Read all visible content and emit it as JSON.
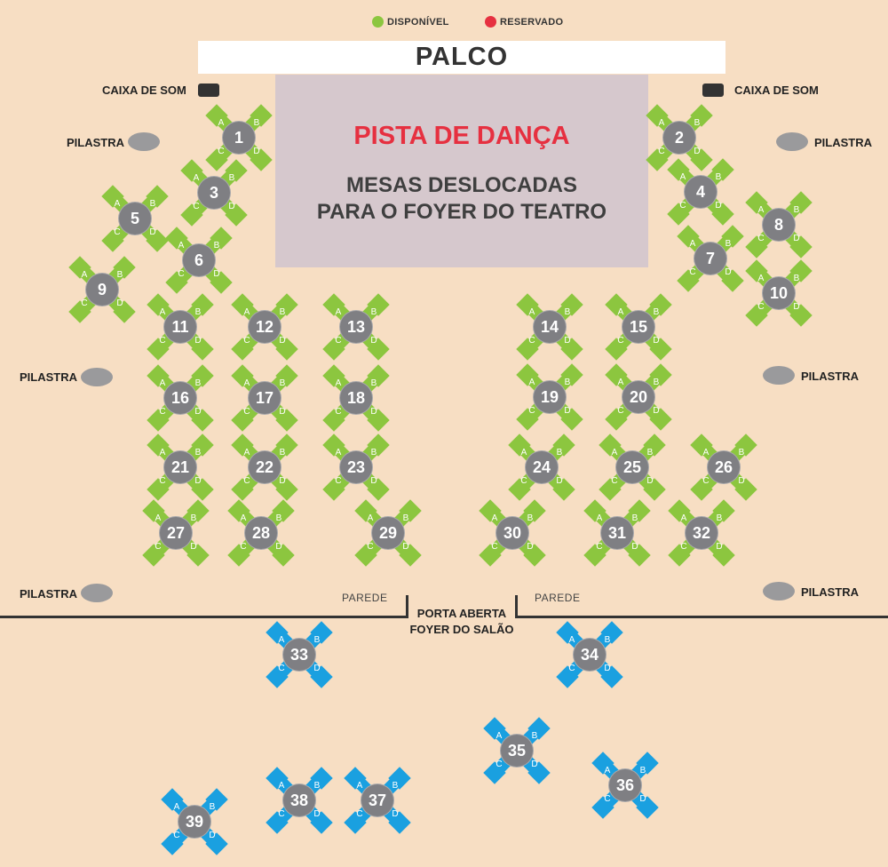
{
  "legend": [
    {
      "label": "DISPONÍVEL",
      "color": "#8cc63f"
    },
    {
      "label": "RESERVADO",
      "color": "#e63040"
    }
  ],
  "stage": {
    "label": "PALCO"
  },
  "dance_floor": {
    "title": "PISTA DE DANÇA",
    "note": "MESAS DESLOCADAS\nPARA O FOYER DO TEATRO"
  },
  "speakers": [
    {
      "label": "CAIXA DE SOM"
    },
    {
      "label": "CAIXA DE SOM"
    }
  ],
  "pillars": [
    {
      "label": "PILASTRA"
    },
    {
      "label": "PILASTRA"
    },
    {
      "label": "PILASTRA"
    },
    {
      "label": "PILASTRA"
    },
    {
      "label": "PILASTRA"
    },
    {
      "label": "PILASTRA"
    }
  ],
  "walls": [
    {
      "label": "PAREDE"
    },
    {
      "label": "PAREDE"
    }
  ],
  "door": {
    "label": "PORTA ABERTA\nFOYER DO SALÃO"
  },
  "seat_letters": [
    "A",
    "B",
    "C",
    "D"
  ],
  "colors": {
    "salon_table": "#8cc63f",
    "foyer_table": "#1aa0e0",
    "reserved": "#e63040"
  },
  "tables": [
    {
      "number": "1",
      "area": "salon",
      "status": "available"
    },
    {
      "number": "2",
      "area": "salon",
      "status": "available"
    },
    {
      "number": "3",
      "area": "salon",
      "status": "available"
    },
    {
      "number": "4",
      "area": "salon",
      "status": "available"
    },
    {
      "number": "5",
      "area": "salon",
      "status": "available"
    },
    {
      "number": "6",
      "area": "salon",
      "status": "available"
    },
    {
      "number": "7",
      "area": "salon",
      "status": "available"
    },
    {
      "number": "8",
      "area": "salon",
      "status": "available"
    },
    {
      "number": "9",
      "area": "salon",
      "status": "available"
    },
    {
      "number": "10",
      "area": "salon",
      "status": "available"
    },
    {
      "number": "11",
      "area": "salon",
      "status": "available"
    },
    {
      "number": "12",
      "area": "salon",
      "status": "available"
    },
    {
      "number": "13",
      "area": "salon",
      "status": "available"
    },
    {
      "number": "14",
      "area": "salon",
      "status": "available"
    },
    {
      "number": "15",
      "area": "salon",
      "status": "available"
    },
    {
      "number": "16",
      "area": "salon",
      "status": "available"
    },
    {
      "number": "17",
      "area": "salon",
      "status": "available"
    },
    {
      "number": "18",
      "area": "salon",
      "status": "available"
    },
    {
      "number": "19",
      "area": "salon",
      "status": "available"
    },
    {
      "number": "20",
      "area": "salon",
      "status": "available"
    },
    {
      "number": "21",
      "area": "salon",
      "status": "available"
    },
    {
      "number": "22",
      "area": "salon",
      "status": "available"
    },
    {
      "number": "23",
      "area": "salon",
      "status": "available"
    },
    {
      "number": "24",
      "area": "salon",
      "status": "available"
    },
    {
      "number": "25",
      "area": "salon",
      "status": "available"
    },
    {
      "number": "26",
      "area": "salon",
      "status": "available"
    },
    {
      "number": "27",
      "area": "salon",
      "status": "available"
    },
    {
      "number": "28",
      "area": "salon",
      "status": "available"
    },
    {
      "number": "29",
      "area": "salon",
      "status": "available"
    },
    {
      "number": "30",
      "area": "salon",
      "status": "available"
    },
    {
      "number": "31",
      "area": "salon",
      "status": "available"
    },
    {
      "number": "32",
      "area": "salon",
      "status": "available"
    },
    {
      "number": "33",
      "area": "foyer",
      "status": "available"
    },
    {
      "number": "34",
      "area": "foyer",
      "status": "available"
    },
    {
      "number": "35",
      "area": "foyer",
      "status": "available"
    },
    {
      "number": "36",
      "area": "foyer",
      "status": "available"
    },
    {
      "number": "37",
      "area": "foyer",
      "status": "available"
    },
    {
      "number": "38",
      "area": "foyer",
      "status": "available"
    },
    {
      "number": "39",
      "area": "foyer",
      "status": "available"
    }
  ]
}
